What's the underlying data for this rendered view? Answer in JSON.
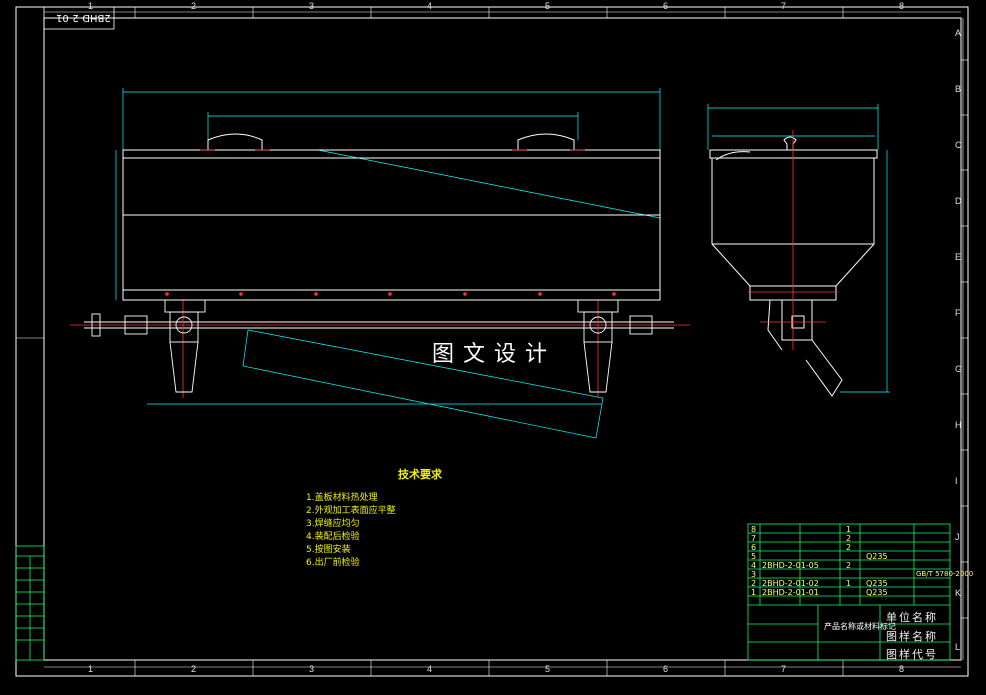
{
  "title_top_rotated": "2BHD-2-01",
  "watermark": "图文设计",
  "columns": [
    "1",
    "2",
    "3",
    "4",
    "5",
    "6",
    "7",
    "8"
  ],
  "rows": [
    "A",
    "B",
    "C",
    "D",
    "E",
    "F",
    "G",
    "H",
    "I",
    "J",
    "K",
    "L"
  ],
  "notes": {
    "title": "技术要求",
    "items": [
      "1.盖板材料热处理",
      "2.外观加工表面应平整",
      "3.焊缝应均匀",
      "4.装配后检验",
      "5.按图安装",
      "6.出厂前检验"
    ]
  },
  "parts_list": [
    {
      "no": "8",
      "code": "",
      "qty": "1",
      "mat": ""
    },
    {
      "no": "7",
      "code": "",
      "qty": "2",
      "mat": ""
    },
    {
      "no": "6",
      "code": "",
      "qty": "2",
      "mat": ""
    },
    {
      "no": "5",
      "code": "",
      "qty": "",
      "mat": "Q235"
    },
    {
      "no": "4",
      "code": "2BHD-2-01-05",
      "qty": "2",
      "mat": ""
    },
    {
      "no": "3",
      "code": "",
      "qty": "",
      "mat": ""
    },
    {
      "no": "2",
      "code": "2BHD-2-01-02",
      "qty": "1",
      "mat": "Q235"
    },
    {
      "no": "1",
      "code": "2BHD-2-01-01",
      "qty": "",
      "mat": "Q235"
    }
  ],
  "standard_ref": "GB/T 5780-2000",
  "title_block": {
    "product": "产品名称或材料标记",
    "unit": "单位名称",
    "drawing_name": "图样名称",
    "drawing_code": "图样代号"
  },
  "colors": {
    "frame": "#ffffff",
    "dim": "#00ffff",
    "center": "#ff3333",
    "outline": "#ffffff",
    "table": "#00ff66",
    "text": "#ffff00"
  }
}
